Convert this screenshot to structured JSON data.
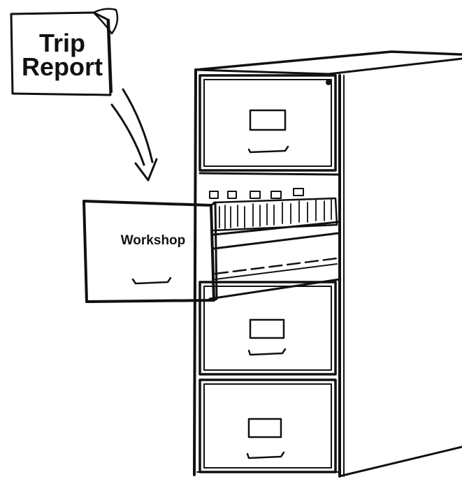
{
  "note": {
    "line1": "Trip",
    "line2": "Report"
  },
  "drawer": {
    "label": "Workshop"
  }
}
